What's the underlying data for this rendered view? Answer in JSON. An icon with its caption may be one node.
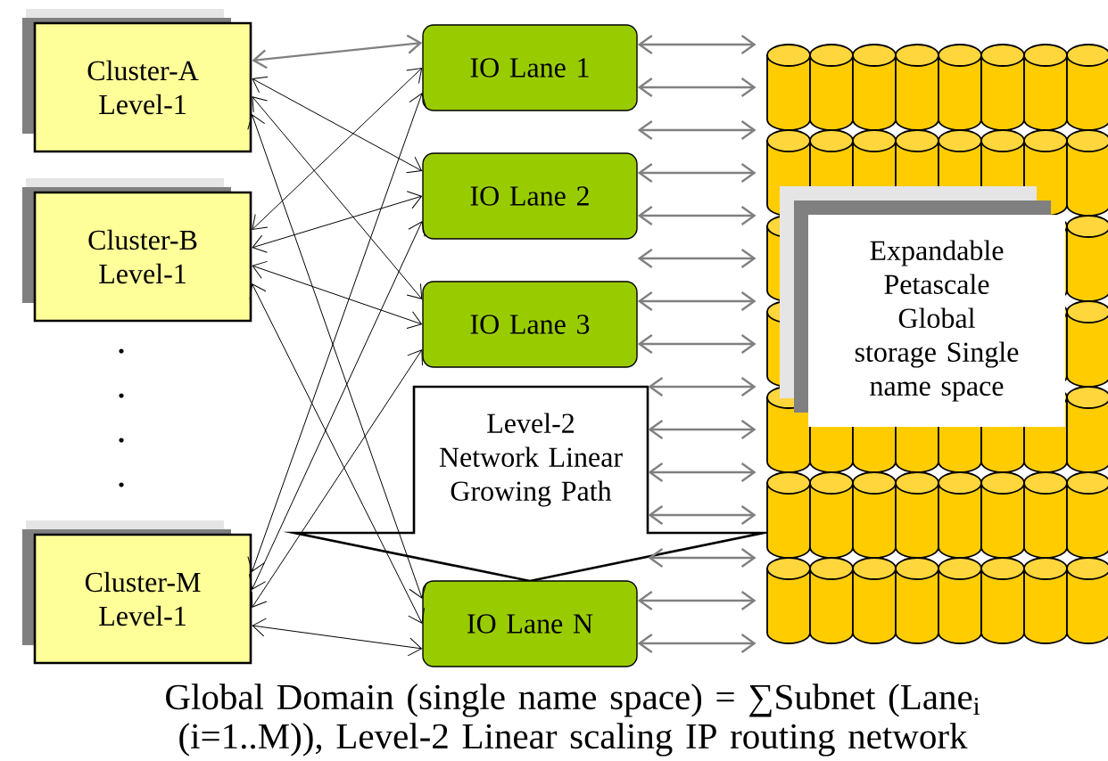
{
  "diagram": {
    "caption": "Global Domain (single name space) = ∑Subnet (Lane$_{i}$ (i=1..M)), Level-2 Linear scaling IP routing network",
    "nodes": [
      {
        "text": [
          "Cluster-A Level-1"
        ]
      },
      {
        "text": [
          "Cluster-B Level-1"
        ]
      },
      {
        "text": [
          "Cluster-M Level-1"
        ]
      },
      {
        "text": [
          "IO Lane 1"
        ]
      },
      {
        "text": [
          "IO Lane 2"
        ]
      },
      {
        "text": [
          "IO Lane 3"
        ]
      },
      {
        "text": [
          "Level-2 Network Linear Growing Path"
        ]
      },
      {
        "text": [
          "IO Lane N"
        ]
      },
      {
        "text": [],
        "shape": "cylinder"
      },
      {
        "text": [
          "Expandable Petascale Global storage Single name space"
        ],
        "in": 8
      }
    ],
    "edges": [
      {
        "from": 0,
        "to": 3,
        "arrow": "both"
      },
      {
        "from": 0,
        "to": 4,
        "arrow": "both",
        "color": "#000000"
      },
      {
        "from": 0,
        "to": 5,
        "arrow": "both",
        "color": "#000000"
      },
      {
        "from": 0,
        "to": 7,
        "arrow": "both",
        "color": "#000000"
      },
      {
        "from": 1,
        "to": 3,
        "arrow": "both",
        "color": "#000000"
      },
      {
        "from": 1,
        "to": 4,
        "arrow": "both",
        "color": "#000000"
      },
      {
        "from": 1,
        "to": 5,
        "arrow": "both",
        "color": "#000000"
      },
      {
        "from": 1,
        "to": 7,
        "arrow": "both",
        "color": "#000000"
      },
      {
        "from": 2,
        "to": 3,
        "arrow": "both",
        "color": "#000000"
      },
      {
        "from": 2,
        "to": 4,
        "arrow": "both",
        "color": "#000000"
      },
      {
        "from": 2,
        "to": 5,
        "arrow": "both",
        "color": "#000000"
      },
      {
        "from": 2,
        "to": 7,
        "arrow": "both",
        "color": "#000000"
      },
      {
        "from": 3,
        "to": 8,
        "arrow": "both"
      },
      {
        "from": 3,
        "to": 8,
        "arrow": "both"
      },
      {
        "from": 3,
        "to": 8,
        "arrow": "both"
      },
      {
        "from": 4,
        "to": 8,
        "arrow": "both"
      },
      {
        "from": 4,
        "to": 8,
        "arrow": "both"
      },
      {
        "from": 4,
        "to": 8,
        "arrow": "both"
      },
      {
        "from": 5,
        "to": 8,
        "arrow": "both"
      },
      {
        "from": 5,
        "to": 8,
        "arrow": "both"
      },
      {
        "from": 6,
        "to": 8,
        "arrow": "both"
      },
      {
        "from": 6,
        "to": 8,
        "arrow": "both"
      },
      {
        "from": 6,
        "to": 8,
        "arrow": "both"
      },
      {
        "from": 6,
        "to": 8,
        "arrow": "both"
      },
      {
        "from": 6,
        "to": 8,
        "arrow": "both"
      },
      {
        "from": 7,
        "to": 8,
        "arrow": "both"
      },
      {
        "from": 7,
        "to": 8,
        "arrow": "both"
      }
    ]
  }
}
